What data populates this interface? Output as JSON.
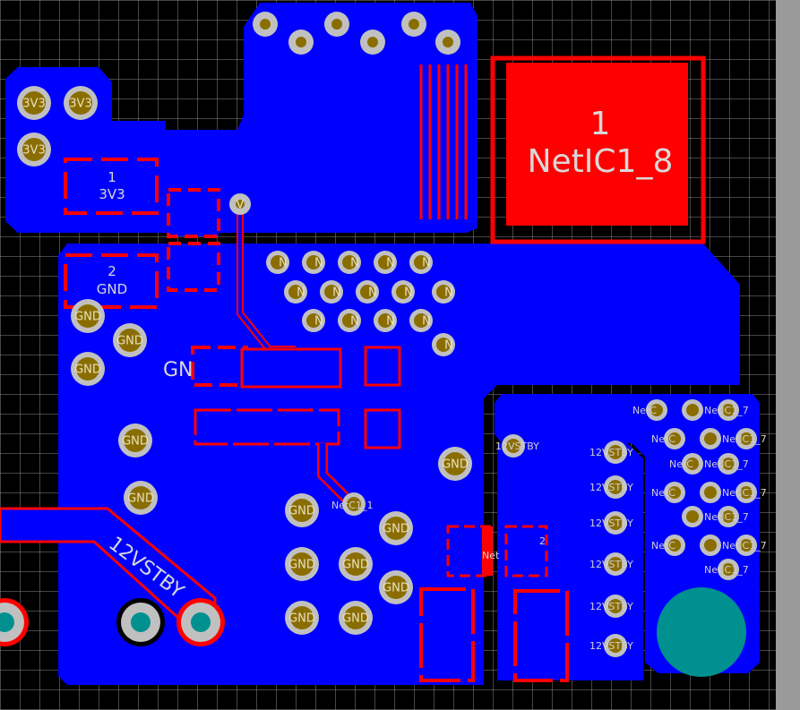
{
  "colors": {
    "background": "#000000",
    "grid": "#8a8a8a",
    "copper_blue": "#0000ff",
    "copper_red": "#ff0000",
    "pad_ring": "#c0c0c0",
    "pad_hole": "#8a6d00",
    "large_pad": "#009090"
  },
  "pads": {
    "big_pad_number": "1",
    "big_pad_net": "NetIC1_8",
    "pad1_number": "1",
    "pad1_net": "3V3",
    "pad2_number": "2",
    "pad2_net": "GND",
    "via_label": "V",
    "gn_label": "GN",
    "netc1_label": "NetC1_1",
    "small_net_label": "Net",
    "pad_two_label": "2"
  },
  "via_labels": {
    "v3": "3V3",
    "gnd": "GND",
    "no": "N",
    "twelve": "12VSTBY",
    "netic": "NetIC1_7",
    "netc": "NetC"
  },
  "traces": {
    "stby_label": "12VSTBY",
    "stby_top_label": "12VSTBY"
  }
}
